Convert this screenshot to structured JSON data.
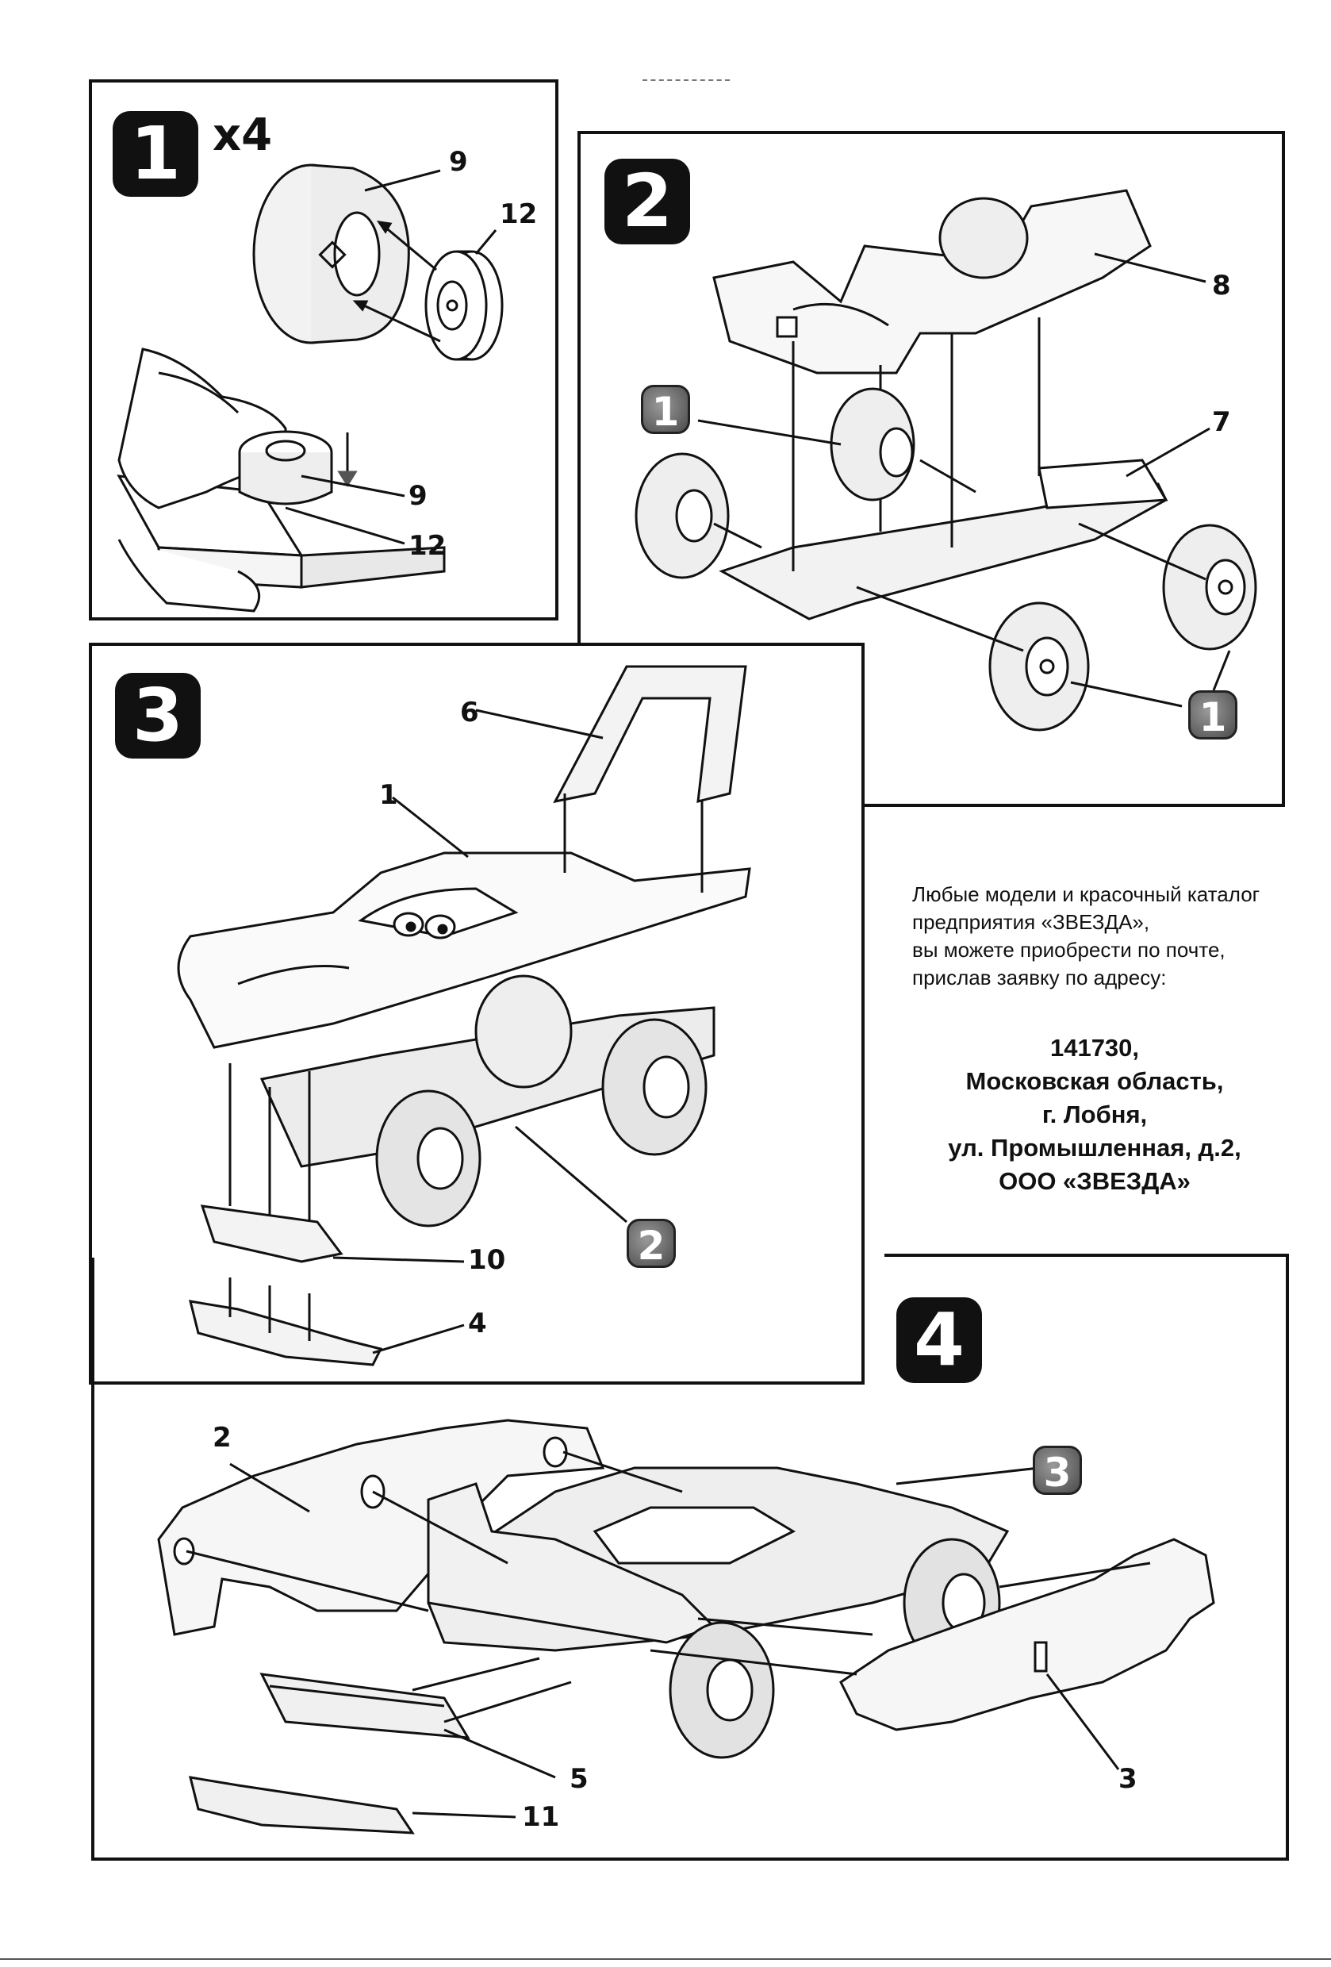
{
  "steps": {
    "s1": {
      "badge": "1",
      "multiplier": "x4",
      "parts": [
        "9",
        "12",
        "9",
        "12"
      ]
    },
    "s2": {
      "badge": "2",
      "parts": [
        "8",
        "7"
      ],
      "sub_badges": [
        "1",
        "1"
      ]
    },
    "s3": {
      "badge": "3",
      "parts": [
        "6",
        "1",
        "10",
        "4"
      ],
      "sub_badges": [
        "2"
      ]
    },
    "s4": {
      "badge": "4",
      "parts": [
        "2",
        "5",
        "11",
        "3"
      ],
      "sub_badges": [
        "3"
      ]
    }
  },
  "info": {
    "lines": [
      "Любые модели и красочный каталог",
      "предприятия «ЗВЕЗДА»,",
      "вы можете приобрести по почте,",
      "прислав заявку по адресу:"
    ],
    "address": [
      "141730,",
      "Московская область,",
      "г. Лобня,",
      "ул. Промышленная, д.2,",
      "ООО «ЗВЕЗДА»"
    ]
  }
}
